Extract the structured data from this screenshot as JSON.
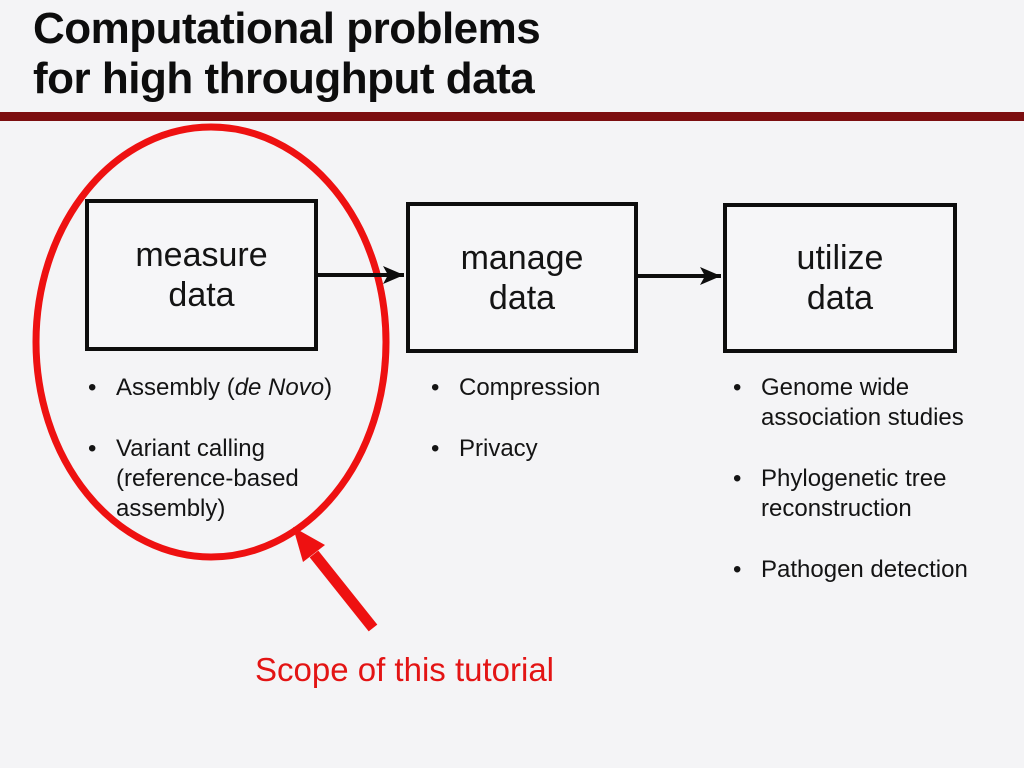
{
  "title": "Computational problems\nfor high throughput data",
  "flow": {
    "boxes": [
      {
        "label": "measure\ndata"
      },
      {
        "label": "manage\ndata"
      },
      {
        "label": "utilize\ndata"
      }
    ]
  },
  "bullets": {
    "glyph": "•",
    "measure": [
      {
        "prefix": "Assembly (",
        "italic": "de Novo",
        "suffix": ")"
      },
      {
        "text": "Variant calling\n(reference-based\nassembly)"
      }
    ],
    "manage": [
      {
        "text": "Compression"
      },
      {
        "text": "Privacy"
      }
    ],
    "utilize": [
      {
        "text": "Genome wide\nassociation studies"
      },
      {
        "text": "Phylogenetic tree\nreconstruction"
      },
      {
        "text": "Pathogen detection"
      }
    ]
  },
  "annotation": {
    "label": "Scope of this tutorial"
  },
  "colors": {
    "background": "#f4f4f6",
    "ink": "#0d0d0d",
    "title_rule_maroon": "#7c0e10",
    "accent_red": "#ee1111"
  }
}
